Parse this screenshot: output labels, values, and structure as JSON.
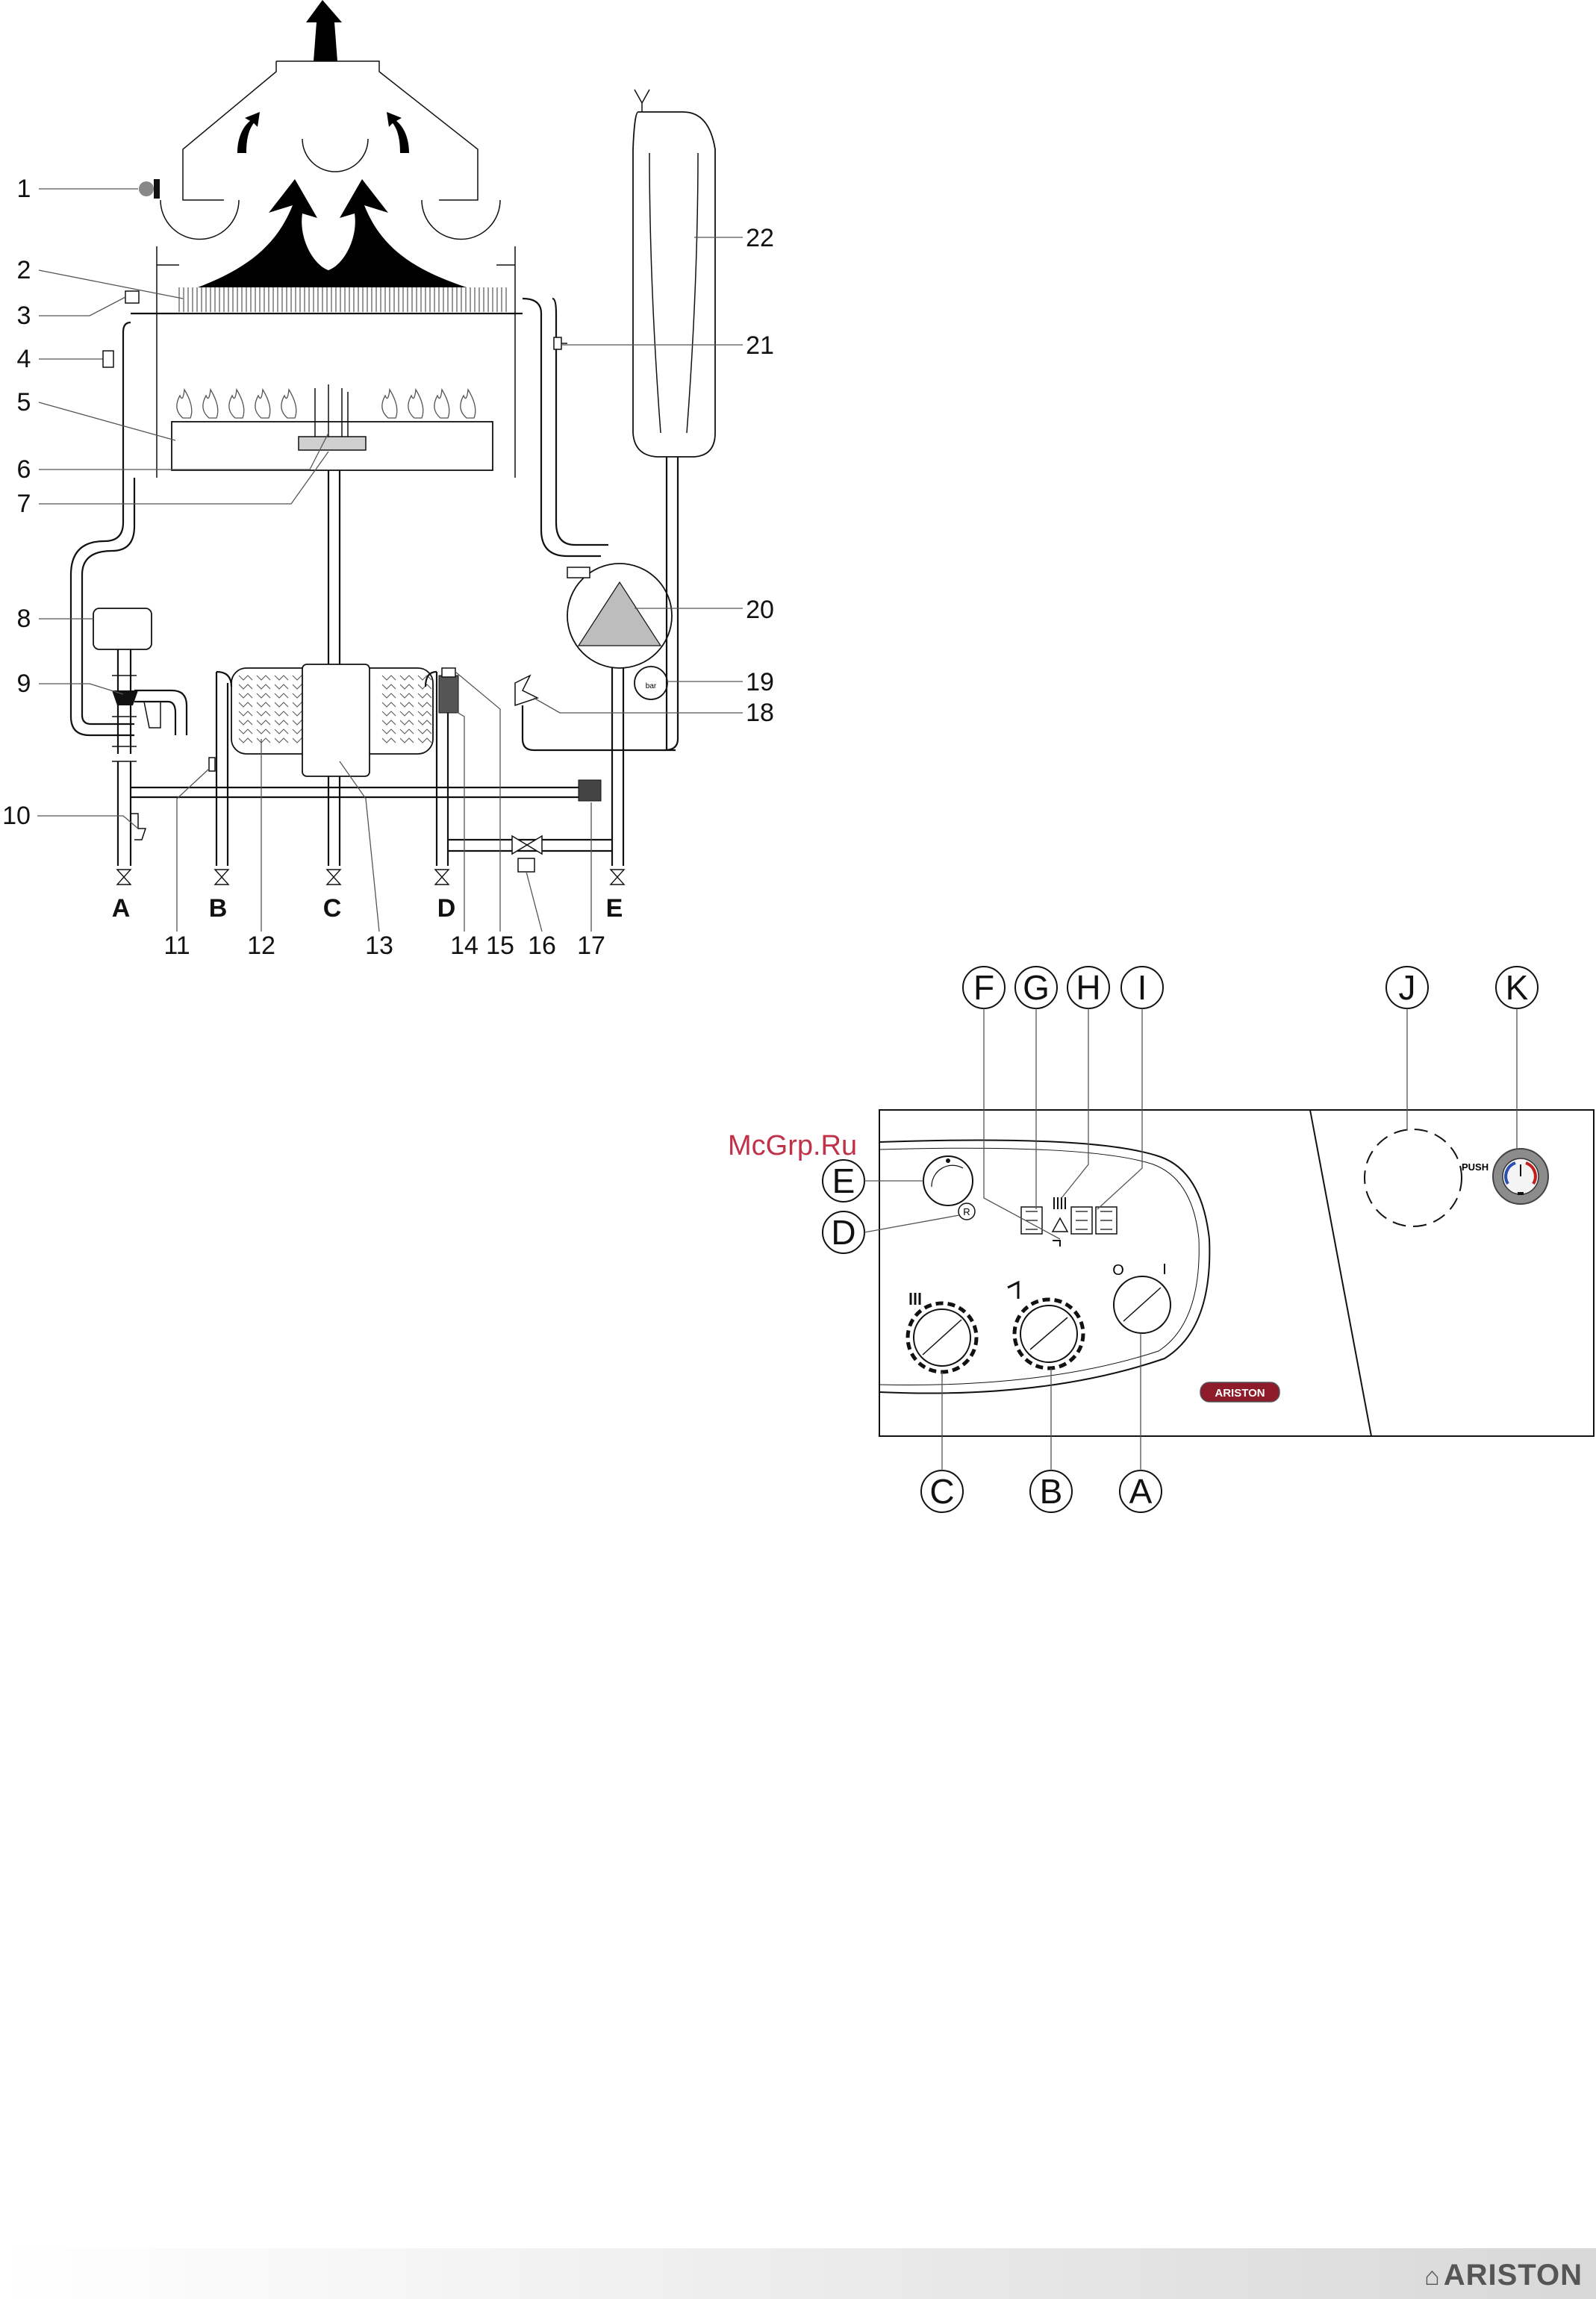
{
  "diagram": {
    "left_callouts": [
      "1",
      "2",
      "3",
      "4",
      "5",
      "6",
      "7",
      "8",
      "9",
      "10"
    ],
    "right_callouts": [
      "22",
      "21",
      "20",
      "19",
      "18"
    ],
    "bottom_callouts": [
      "11",
      "12",
      "13",
      "14",
      "15",
      "16",
      "17"
    ],
    "connections": [
      "A",
      "B",
      "C",
      "D",
      "E"
    ],
    "gauge_label": "bar"
  },
  "panel": {
    "top_letters": [
      "F",
      "G",
      "H",
      "I",
      "J",
      "K"
    ],
    "side_letters": [
      "E",
      "D"
    ],
    "bottom_letters": [
      "C",
      "B",
      "A"
    ],
    "reset_mark": "R",
    "push_label": "PUSH",
    "switch_off_mark": "O",
    "switch_on_mark": "I",
    "brand": "ARISTON"
  },
  "watermark": "McGrp.Ru",
  "footer": {
    "brand": "ARISTON"
  },
  "colors": {
    "brand_red": "#8e1b2a",
    "flame_black": "#000000",
    "watermark": "#c0314a",
    "gray_fill": "#bdbdbd"
  }
}
